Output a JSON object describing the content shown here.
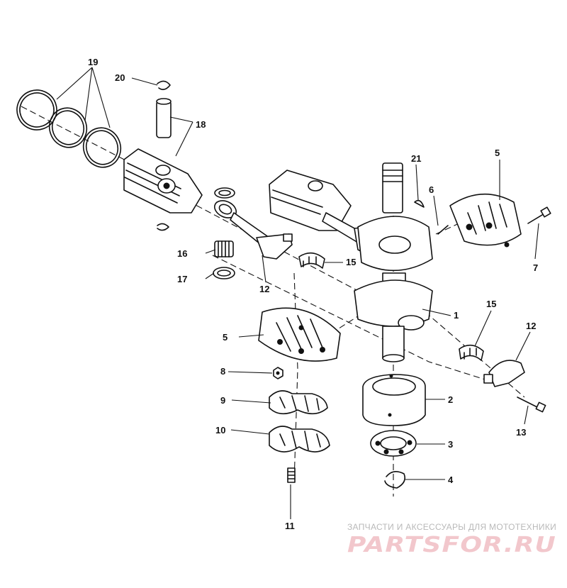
{
  "callouts": [
    {
      "id": "c1",
      "label": "1"
    },
    {
      "id": "c2",
      "label": "2"
    },
    {
      "id": "c3",
      "label": "3"
    },
    {
      "id": "c4",
      "label": "4"
    },
    {
      "id": "c5a",
      "label": "5"
    },
    {
      "id": "c5b",
      "label": "5"
    },
    {
      "id": "c6",
      "label": "6"
    },
    {
      "id": "c7",
      "label": "7"
    },
    {
      "id": "c8",
      "label": "8"
    },
    {
      "id": "c9",
      "label": "9"
    },
    {
      "id": "c10",
      "label": "10"
    },
    {
      "id": "c11",
      "label": "11"
    },
    {
      "id": "c12a",
      "label": "12"
    },
    {
      "id": "c12b",
      "label": "12"
    },
    {
      "id": "c13",
      "label": "13"
    },
    {
      "id": "c15a",
      "label": "15"
    },
    {
      "id": "c15b",
      "label": "15"
    },
    {
      "id": "c16",
      "label": "16"
    },
    {
      "id": "c17",
      "label": "17"
    },
    {
      "id": "c18",
      "label": "18"
    },
    {
      "id": "c19",
      "label": "19"
    },
    {
      "id": "c20",
      "label": "20"
    },
    {
      "id": "c21",
      "label": "21"
    }
  ],
  "watermark": {
    "tagline": "ЗАПЧАСТИ И АКСЕССУАРЫ ДЛЯ МОТОТЕХНИКИ",
    "logo": "PARTSFOR.RU"
  }
}
